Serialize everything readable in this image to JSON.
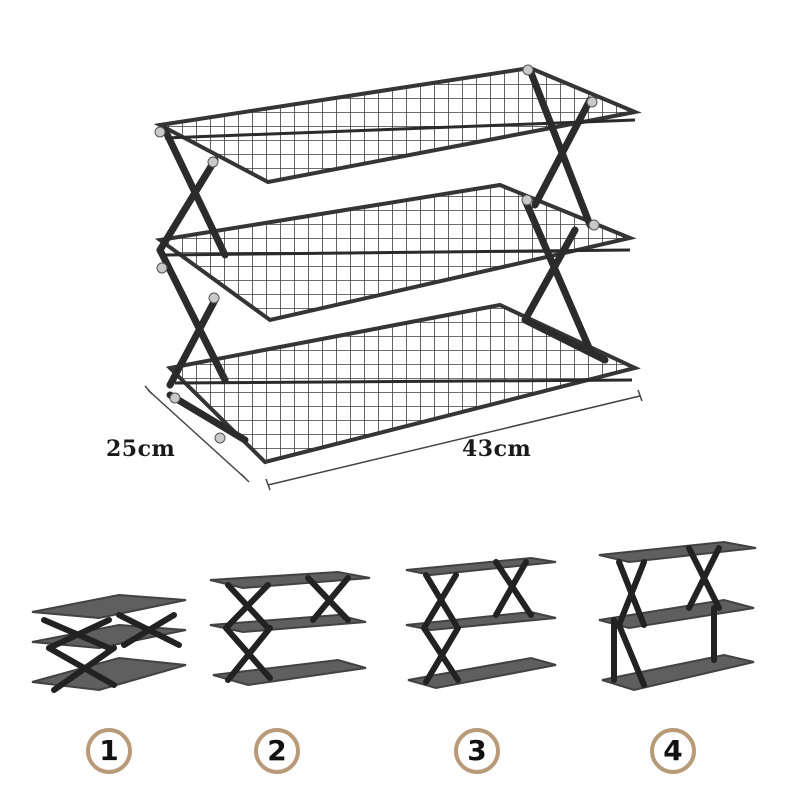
{
  "dimensions": {
    "depth": "25cm",
    "width": "43cm"
  },
  "steps": [
    {
      "number": "1"
    },
    {
      "number": "2"
    },
    {
      "number": "3"
    },
    {
      "number": "4"
    }
  ],
  "colors": {
    "frame": "#2b2b2b",
    "mesh": "#3a3a3a",
    "badge_ring": "#b89a78",
    "label": "#1a1a1a"
  }
}
